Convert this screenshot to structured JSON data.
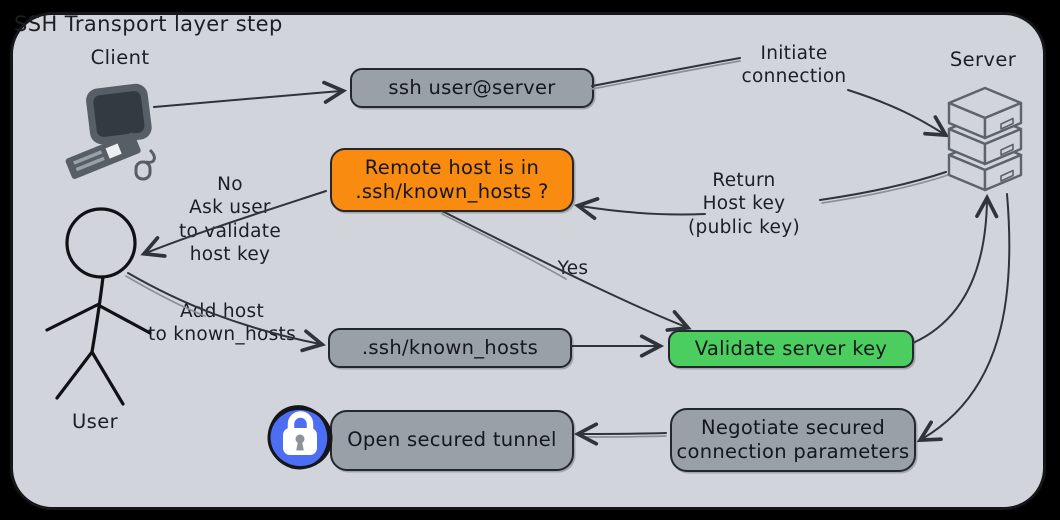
{
  "title": "SSH Transport layer step",
  "actors": {
    "client": {
      "label": "Client"
    },
    "server": {
      "label": "Server"
    },
    "user": {
      "label": "User"
    }
  },
  "nodes": {
    "ssh_command": {
      "label": "ssh user@server",
      "fill": "#9aa0a8"
    },
    "remote_host_check": {
      "label": "Remote host is in\n.ssh/known_hosts ?",
      "fill": "#f98b10"
    },
    "known_hosts_file": {
      "label": ".ssh/known_hosts",
      "fill": "#9aa0a8"
    },
    "validate_server_key": {
      "label": "Validate server key",
      "fill": "#4bce5f"
    },
    "open_secured_tunnel": {
      "label": "Open secured tunnel",
      "fill": "#9aa0a8"
    },
    "negotiate_parameters": {
      "label": "Negotiate secured\nconnection parameters",
      "fill": "#9aa0a8"
    }
  },
  "edge_labels": {
    "initiate_connection": "Initiate\nconnection",
    "return_host_key": "Return\nHost key\n(public key)",
    "no_branch": "No\nAsk user\nto validate\nhost key",
    "yes_branch": "Yes",
    "add_host": "Add host\nto known_hosts"
  },
  "colors": {
    "canvas": "#000000",
    "panel": "#d2d4db",
    "node_gray": "#9aa0a8",
    "node_orange": "#f98b10",
    "node_green": "#4bce5f",
    "lock_blue": "#4d6df3",
    "arrow_stroke": "#2e343a",
    "text": "#17191e"
  }
}
